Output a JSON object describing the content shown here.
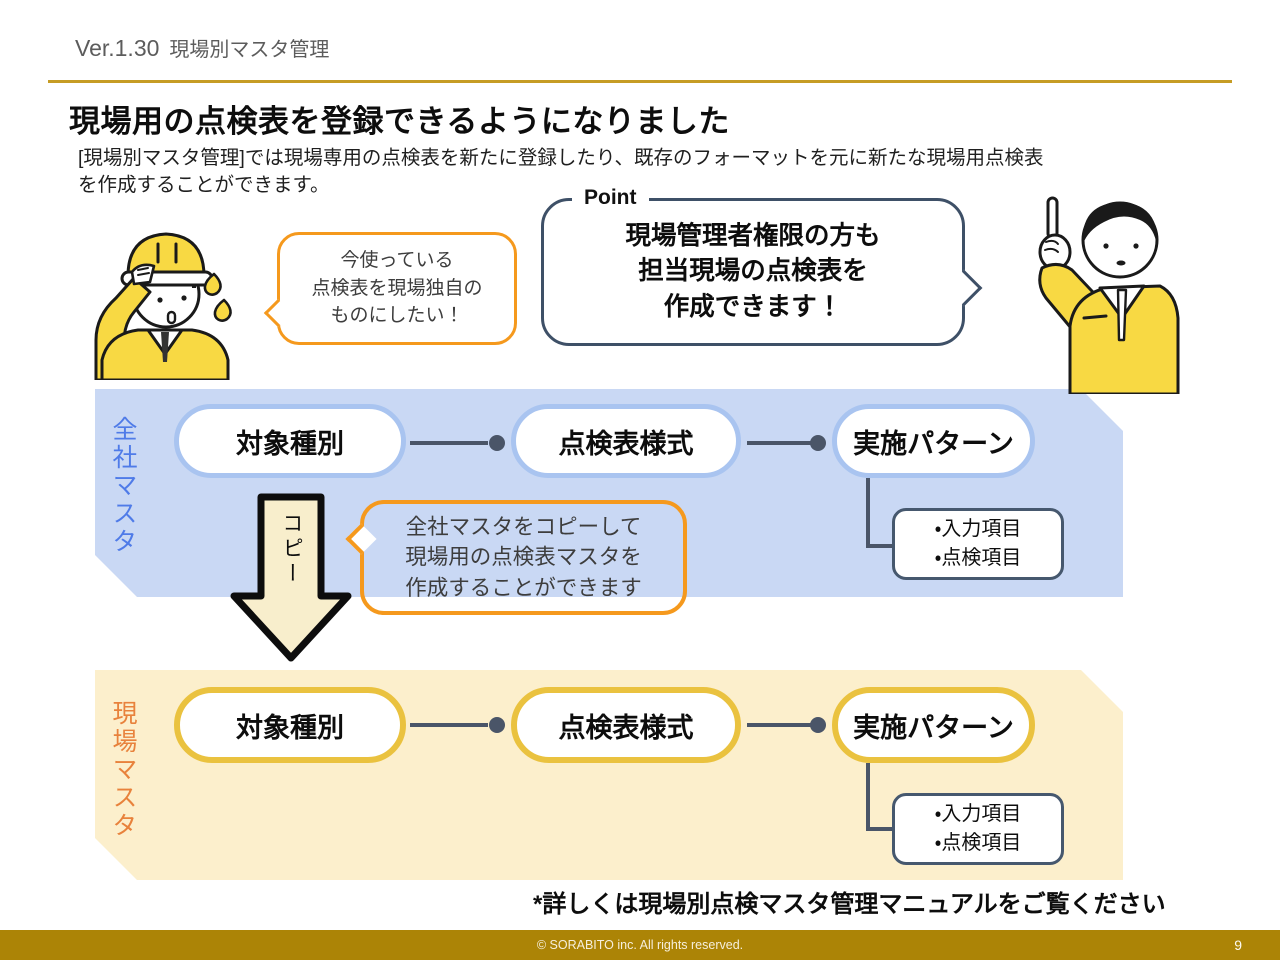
{
  "slide": {
    "header": {
      "version": "Ver.1.30",
      "section": "現場別マスタ管理"
    },
    "title": "現場用の点検表を登録できるようになりました",
    "description": {
      "line1": "[現場別マスタ管理]では現場専用の点検表を新たに登録したり、既存のフォーマットを元に新たな現場用点検表",
      "line2": "を作成することができます。"
    },
    "worker_bubble": {
      "line1": "今使っている",
      "line2": "点検表を現場独自の",
      "line3": "ものにしたい！"
    },
    "point_bubble": {
      "label": "Point",
      "line1": "現場管理者権限の方も",
      "line2": "担当現場の点検表を",
      "line3": "作成できます！"
    },
    "company_master": {
      "label": "全社マスタ",
      "pills": [
        "対象種別",
        "点検表様式",
        "実施パターン"
      ],
      "detail_items": [
        "・入力項目",
        "・点検項目"
      ]
    },
    "copy": {
      "arrow_label": "コピー",
      "bubble_line1": "全社マスタをコピーして",
      "bubble_line2": "現場用の点検表マスタを",
      "bubble_line3": "作成することができます"
    },
    "site_master": {
      "label": "現場マスタ",
      "pills": [
        "対象種別",
        "点検表様式",
        "実施パターン"
      ],
      "detail_items": [
        "・入力項目",
        "・点検項目"
      ]
    },
    "footnote": "*詳しくは現場別点検マスタ管理マニュアルをご覧ください",
    "footer": {
      "copyright": "© SORABITO inc. All rights reserved.",
      "page": "9"
    },
    "illustrations": {
      "left": "construction-worker-scratching-head",
      "right": "person-pointing-up"
    },
    "colors": {
      "divider_gold": "#C69C24",
      "footer_gold": "#AC8406",
      "banner_blue": "#C9D8F4",
      "pill_border_blue": "#A9C4F0",
      "label_blue": "#4F7BE8",
      "connector_slate": "#4A5568",
      "point_border_slate": "#3E5067",
      "bubble_orange": "#F5991D",
      "banner_cream": "#FCEFCC",
      "pill_border_gold": "#EAC23F",
      "label_orange": "#E8823C",
      "character_yellow": "#F8D943",
      "arrow_fill": "#F8EECC"
    }
  }
}
